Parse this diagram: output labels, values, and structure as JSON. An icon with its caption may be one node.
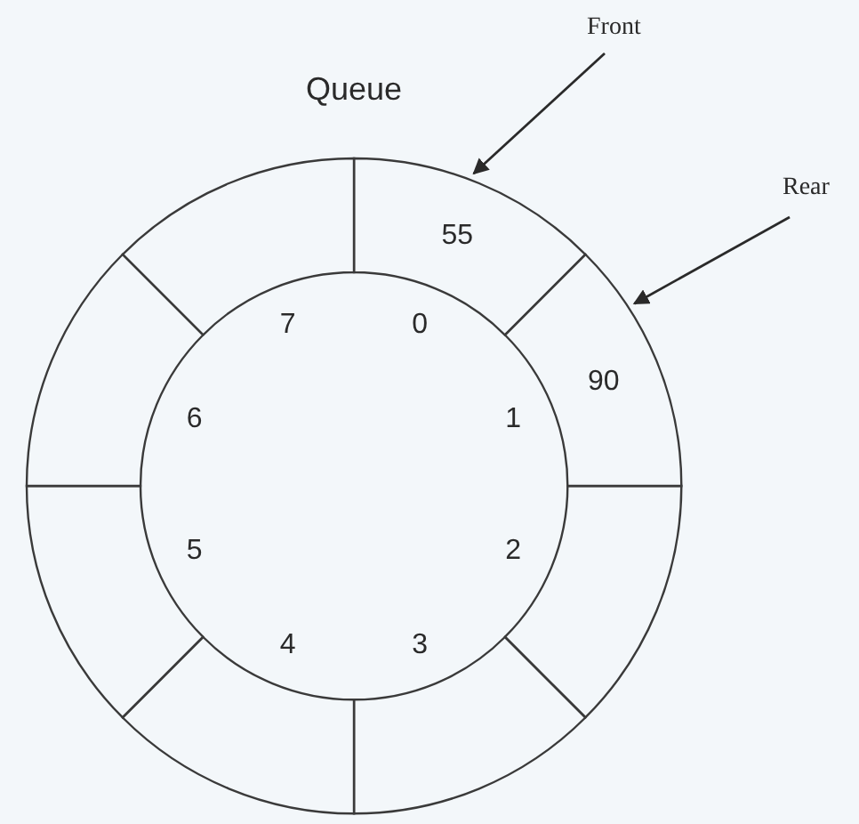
{
  "diagram": {
    "title": "Queue",
    "nodes": [
      {
        "text": [
          "55"
        ],
        "beside": [
          "0"
        ]
      },
      {
        "text": [
          "90"
        ],
        "beside": [
          "1"
        ]
      },
      {
        "text": [],
        "shape": "box",
        "beside": [
          "2"
        ]
      },
      {
        "text": [],
        "shape": "box",
        "beside": [
          "3"
        ]
      },
      {
        "text": [],
        "shape": "box",
        "beside": [
          "4"
        ]
      },
      {
        "text": [],
        "shape": "box",
        "beside": [
          "5"
        ]
      },
      {
        "text": [],
        "shape": "box",
        "beside": [
          "6"
        ]
      },
      {
        "text": [],
        "shape": "box",
        "beside": [
          "7"
        ]
      },
      {
        "text": [
          "Front"
        ]
      },
      {
        "text": [
          "Rear"
        ]
      }
    ],
    "edges": [
      {
        "from": 8,
        "to": 0,
        "arrow": "to"
      },
      {
        "from": 9,
        "to": 1,
        "arrow": "to"
      }
    ]
  }
}
